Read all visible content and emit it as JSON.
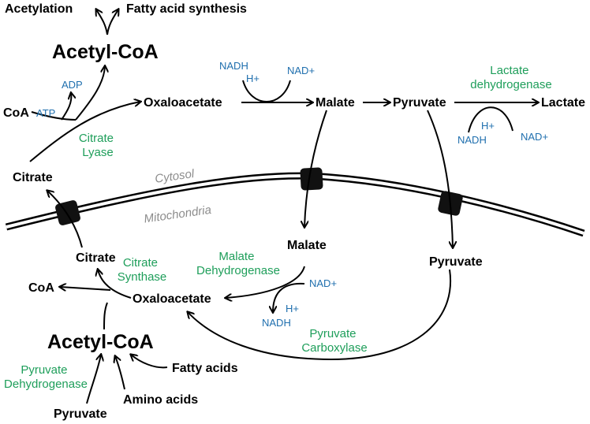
{
  "metabolites": {
    "acetylation": "Acetylation",
    "fatty_acid_synthesis": "Fatty acid synthesis",
    "acetyl_coa_top": "Acetyl-CoA",
    "coa_top": "CoA",
    "oxaloacetate_top": "Oxaloacetate",
    "malate_top": "Malate",
    "pyruvate_top": "Pyruvate",
    "lactate": "Lactate",
    "citrate_top": "Citrate",
    "malate_bottom": "Malate",
    "pyruvate_right": "Pyruvate",
    "citrate_bottom": "Citrate",
    "coa_bottom": "CoA",
    "oxaloacetate_bottom": "Oxaloacetate",
    "acetyl_coa_bottom": "Acetyl-CoA",
    "fatty_acids": "Fatty acids",
    "amino_acids": "Amino acids",
    "pyruvate_bottom": "Pyruvate"
  },
  "enzymes": {
    "citrate_lyase": [
      "Citrate",
      "Lyase"
    ],
    "lactate_dehydrogenase": [
      "Lactate",
      "dehydrogenase"
    ],
    "citrate_synthase": [
      "Citrate",
      "Synthase"
    ],
    "malate_dehydrogenase": [
      "Malate",
      "Dehydrogenase"
    ],
    "pyruvate_carboxylase": [
      "Pyruvate",
      "Carboxylase"
    ],
    "pyruvate_dehydrogenase": [
      "Pyruvate",
      "Dehydrogenase"
    ]
  },
  "cofactors": {
    "adp": "ADP",
    "atp": "ATP",
    "nadh_top": "NADH",
    "hplus_top": "H+",
    "nadplus_top": "NAD+",
    "hplus_ldh": "H+",
    "nadh_ldh": "NADH",
    "nadplus_ldh": "NAD+",
    "nadplus_mdh": "NAD+",
    "hplus_mdh": "H+",
    "nadh_mdh": "NADH"
  },
  "compartments": {
    "cytosol": "Cytosol",
    "mitochondria": "Mitochondria"
  },
  "colors": {
    "enzyme": "#1e9e5a",
    "cofactor": "#1f6fae",
    "compartment": "#8c8c8c",
    "membrane": "#000000"
  }
}
